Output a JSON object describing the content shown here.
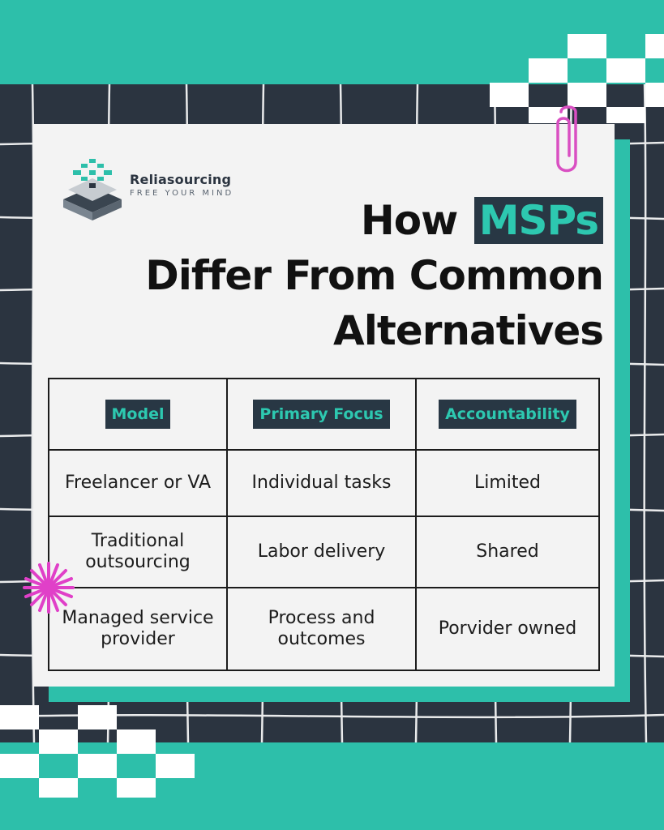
{
  "brand": {
    "name": "Reliasourcing",
    "tagline": "FREE YOUR MIND",
    "logo_icon": "stacked-cube-layers-icon"
  },
  "title": {
    "line1_prefix": "How",
    "line1_highlight": "MSPs",
    "line2": "Differ From Common",
    "line3": "Alternatives"
  },
  "table": {
    "headers": [
      "Model",
      "Primary Focus",
      "Accountability"
    ],
    "rows": [
      [
        "Freelancer or VA",
        "Individual tasks",
        "Limited"
      ],
      [
        "Traditional outsourcing",
        "Labor delivery",
        "Shared"
      ],
      [
        "Managed service provider",
        "Process and outcomes",
        "Porvider owned"
      ]
    ]
  },
  "colors": {
    "teal": "#2dbfaa",
    "navy": "#283744",
    "grid_bg": "#2b3440",
    "card": "#f3f3f3",
    "accent_pink": "#e040c8"
  },
  "decorations": [
    "paperclip-icon",
    "starburst-icon",
    "checkerboard-pattern"
  ]
}
